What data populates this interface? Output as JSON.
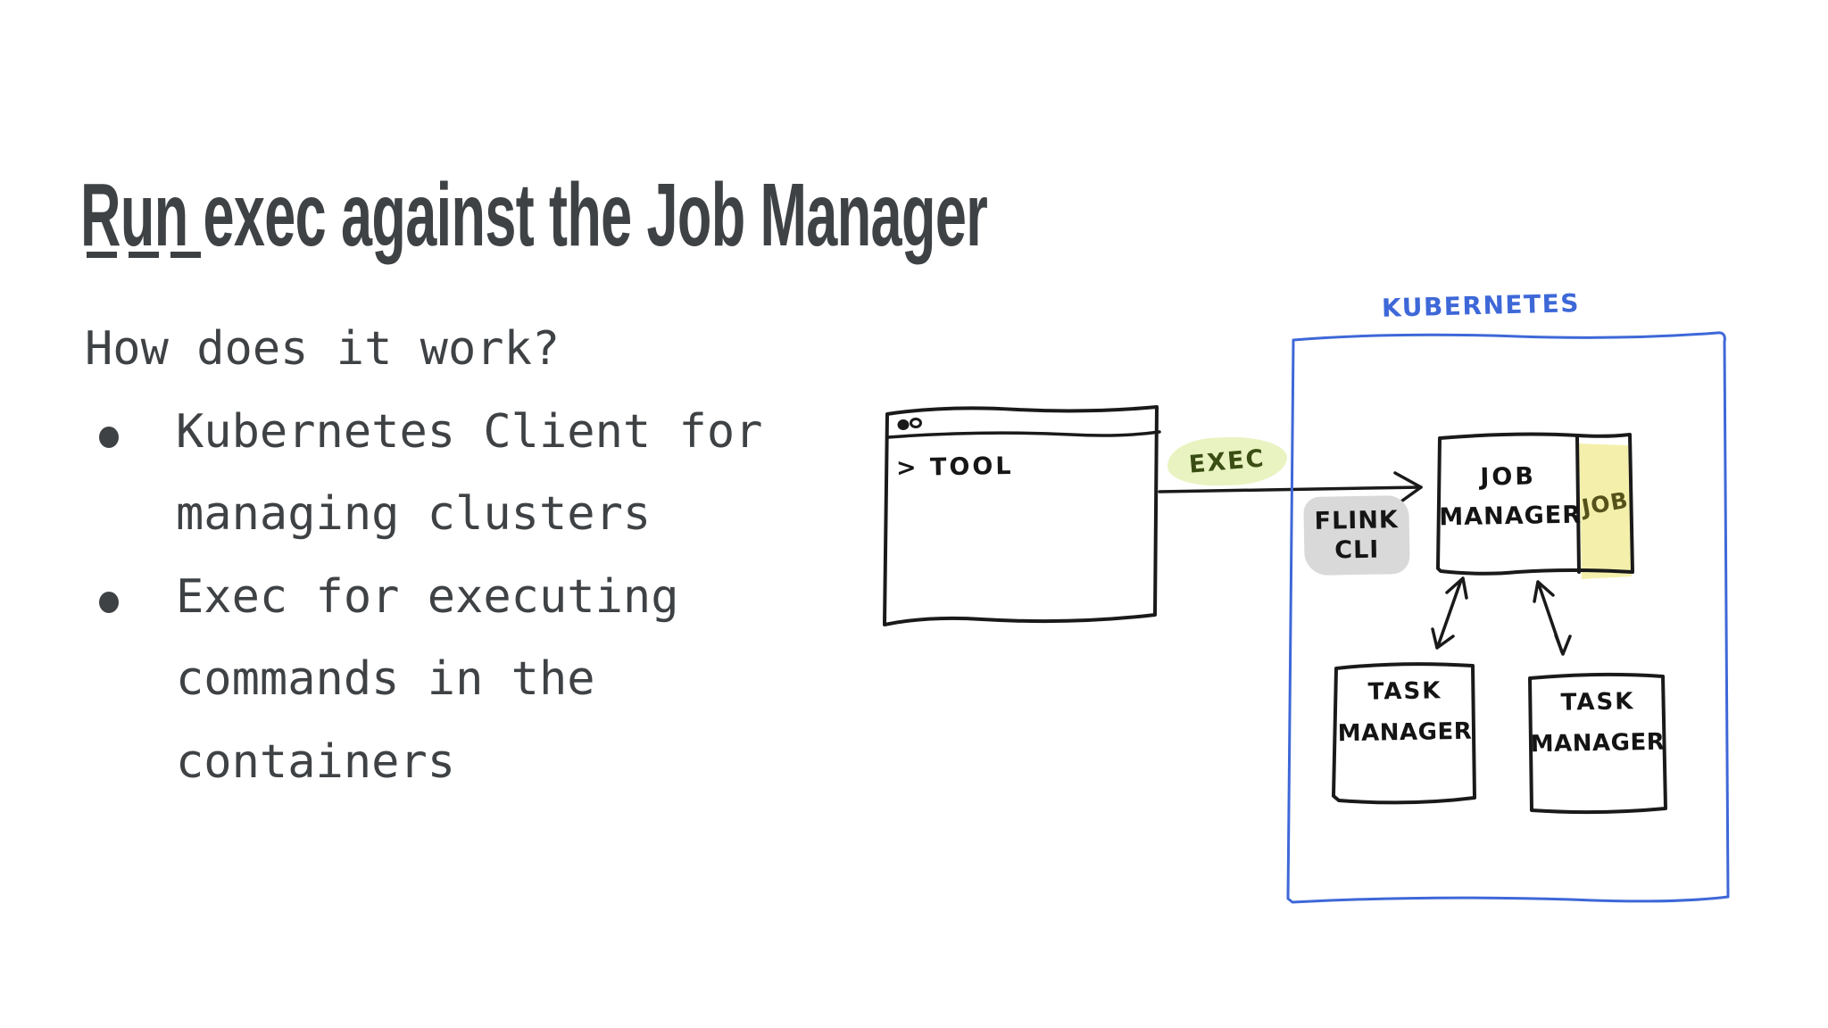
{
  "slide": {
    "title": "Run exec against the Job Manager",
    "body": {
      "intro": "How does it work?",
      "bullets": [
        "Kubernetes Client for managing clusters",
        "Exec for executing commands in the containers"
      ]
    },
    "diagram": {
      "terminal": {
        "prompt": "> TOOL"
      },
      "exec_label": "EXEC",
      "flink_cli": {
        "line1": "FLINK",
        "line2": "CLI"
      },
      "kubernetes_label": "KUBERNETES",
      "job_manager": {
        "line1": "JOB",
        "line2": "MANAGER"
      },
      "job_tag": "JOB",
      "task_managers": [
        {
          "line1": "TASK",
          "line2": "MANAGER"
        },
        {
          "line1": "TASK",
          "line2": "MANAGER"
        }
      ],
      "colors": {
        "ink": "#1a1a1a",
        "kubernetes_blue": "#3e68d8",
        "exec_highlight": "#e9f3c1",
        "exec_text": "#3a4d12",
        "job_highlight": "#f4f0ac",
        "job_text": "#55511a",
        "cli_highlight": "#d9d9d9",
        "body_text": "#3f4245"
      }
    }
  }
}
